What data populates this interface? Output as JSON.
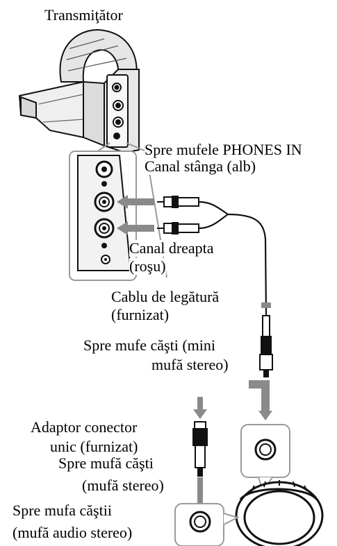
{
  "labels": {
    "transmitter": "Transmiţător",
    "to_phones_in": "Spre mufele PHONES IN",
    "left_channel": "Canal stânga (alb)",
    "right_channel_1": "Canal dreapta",
    "right_channel_2": "(roşu)",
    "cable_1": "Cablu de legătură",
    "cable_2": "(furnizat)",
    "headphone_mini_1": "Spre mufe căşti (mini",
    "headphone_mini_2": "mufă stereo)",
    "adapter_1": "Adaptor conector",
    "adapter_2": "unic (furnizat)",
    "headphone_jack_1": "Spre mufă căşti",
    "headphone_jack_2": "(mufă stereo)",
    "headphone_jack_audio_1": "Spre mufa căştii",
    "headphone_jack_audio_2": "(mufă audio stereo)"
  },
  "colors": {
    "line": "#111111",
    "outline": "#555555",
    "arrow": "#8a8a8a",
    "callout": "#9a9a9a",
    "fill_light": "#f0f0f0",
    "fill_mid": "#d8d8d8"
  }
}
